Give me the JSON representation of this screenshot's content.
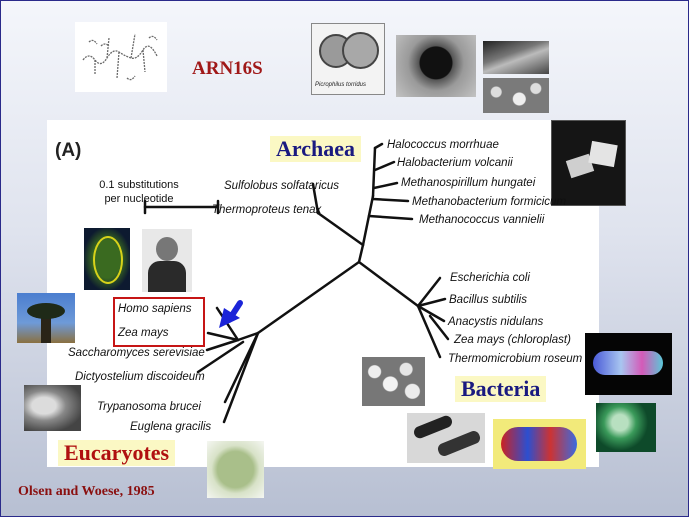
{
  "title": "ARN16S",
  "panel_label": "(A)",
  "scale_bar": {
    "line1": "0.1 substitutions",
    "line2": "per nucleotide"
  },
  "domains": {
    "archaea": "Archaea",
    "bacteria": "Bacteria",
    "eucaryotes": "Eucaryotes"
  },
  "species": {
    "archaea": [
      "Halococcus morrhuae",
      "Halobacterium volcanii",
      "Methanospirillum hungatei",
      "Methanobacterium formicicum",
      "Methanococcus vannielii",
      "Sulfolobus solfataricus",
      "Thermoproteus tenax"
    ],
    "bacteria": [
      "Escherichia coli",
      "Bacillus subtilis",
      "Anacystis nidulans",
      "Zea mays (chloroplast)",
      "Thermomicrobium roseum"
    ],
    "eucaryotes": [
      "Homo sapiens",
      "Zea mays",
      "Saccharomyces serevisiae",
      "Dictyostelium discoideum",
      "Trypanosoma brucei",
      "Euglena gracilis"
    ]
  },
  "thumbnail_caption": "Picrophilus torridus",
  "citation": "Olsen and Woese, 1985",
  "colors": {
    "title": "#a01818",
    "highlight_box": "#c61515",
    "arrow": "#1b24d8",
    "label_bg": "#fbf8c4"
  }
}
